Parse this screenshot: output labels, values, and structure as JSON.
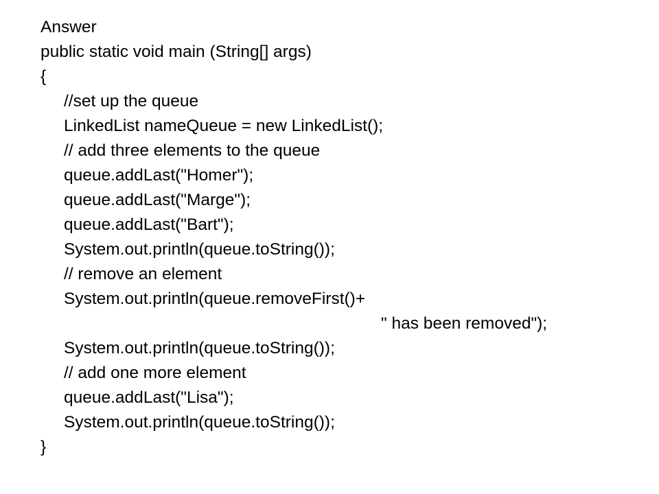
{
  "slide": {
    "title": "Answer",
    "code_lines": [
      "public static void main (String[] args)",
      "{",
      "//set up the queue",
      "LinkedList nameQueue = new LinkedList();",
      "// add three elements to the queue",
      "queue.addLast(\"Homer\");",
      "queue.addLast(\"Marge\");",
      "queue.addLast(\"Bart\");",
      "System.out.println(queue.toString());",
      "// remove an element",
      "System.out.println(queue.removeFirst()+",
      "\" has been removed\");",
      "System.out.println(queue.toString());",
      "// add one more element",
      "queue.addLast(\"Lisa\");",
      "System.out.println(queue.toString());",
      "}"
    ]
  }
}
